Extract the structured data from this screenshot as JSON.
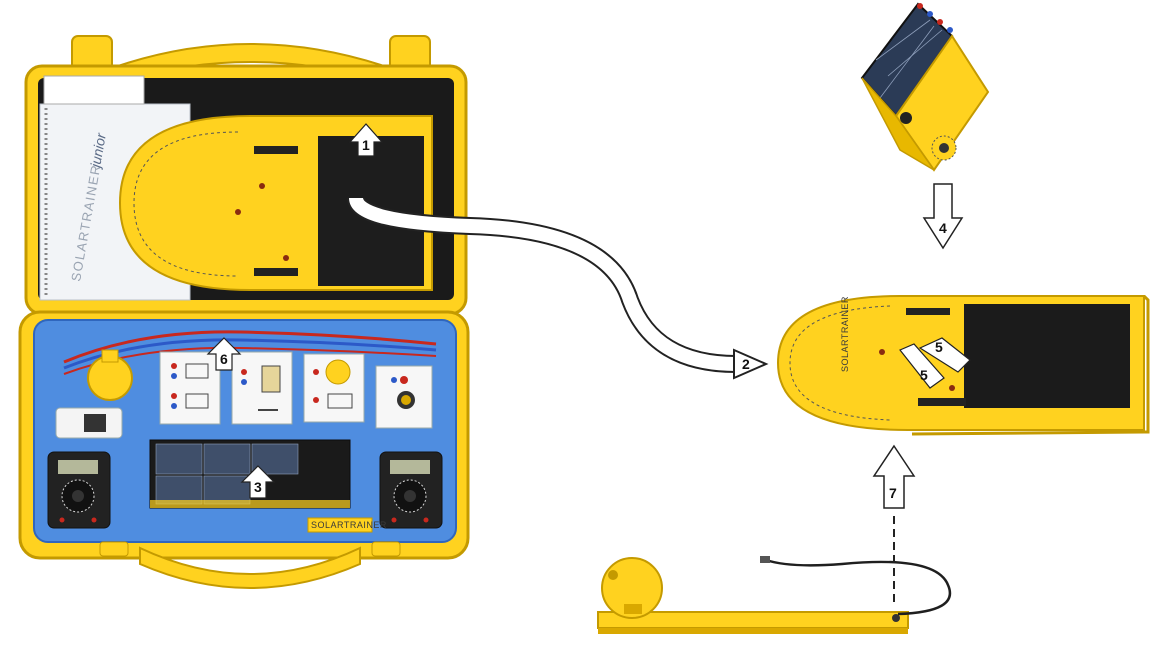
{
  "colors": {
    "case_yellow": "#ffd21f",
    "case_shadow": "#d9a800",
    "foam_blue": "#4f8de0",
    "foam_dark": "#2f66bd",
    "panel_black": "#1b1b1b",
    "arrow_white": "#ffffff",
    "outline": "#222222"
  },
  "branding": {
    "manual_title": "SOLARTRAINER",
    "manual_sub": "junior",
    "strip_label": "SOLARTRAINER",
    "base_label": "SOLARTRAINER"
  },
  "callouts": {
    "c1": "1",
    "c2": "2",
    "c3": "3",
    "c4": "4",
    "c5a": "5",
    "c5b": "5",
    "c6": "6",
    "c7": "7"
  },
  "icons": [
    "carrying-case",
    "solar-module",
    "base-plate",
    "lamp",
    "multimeter",
    "circuit-board",
    "arrow"
  ]
}
